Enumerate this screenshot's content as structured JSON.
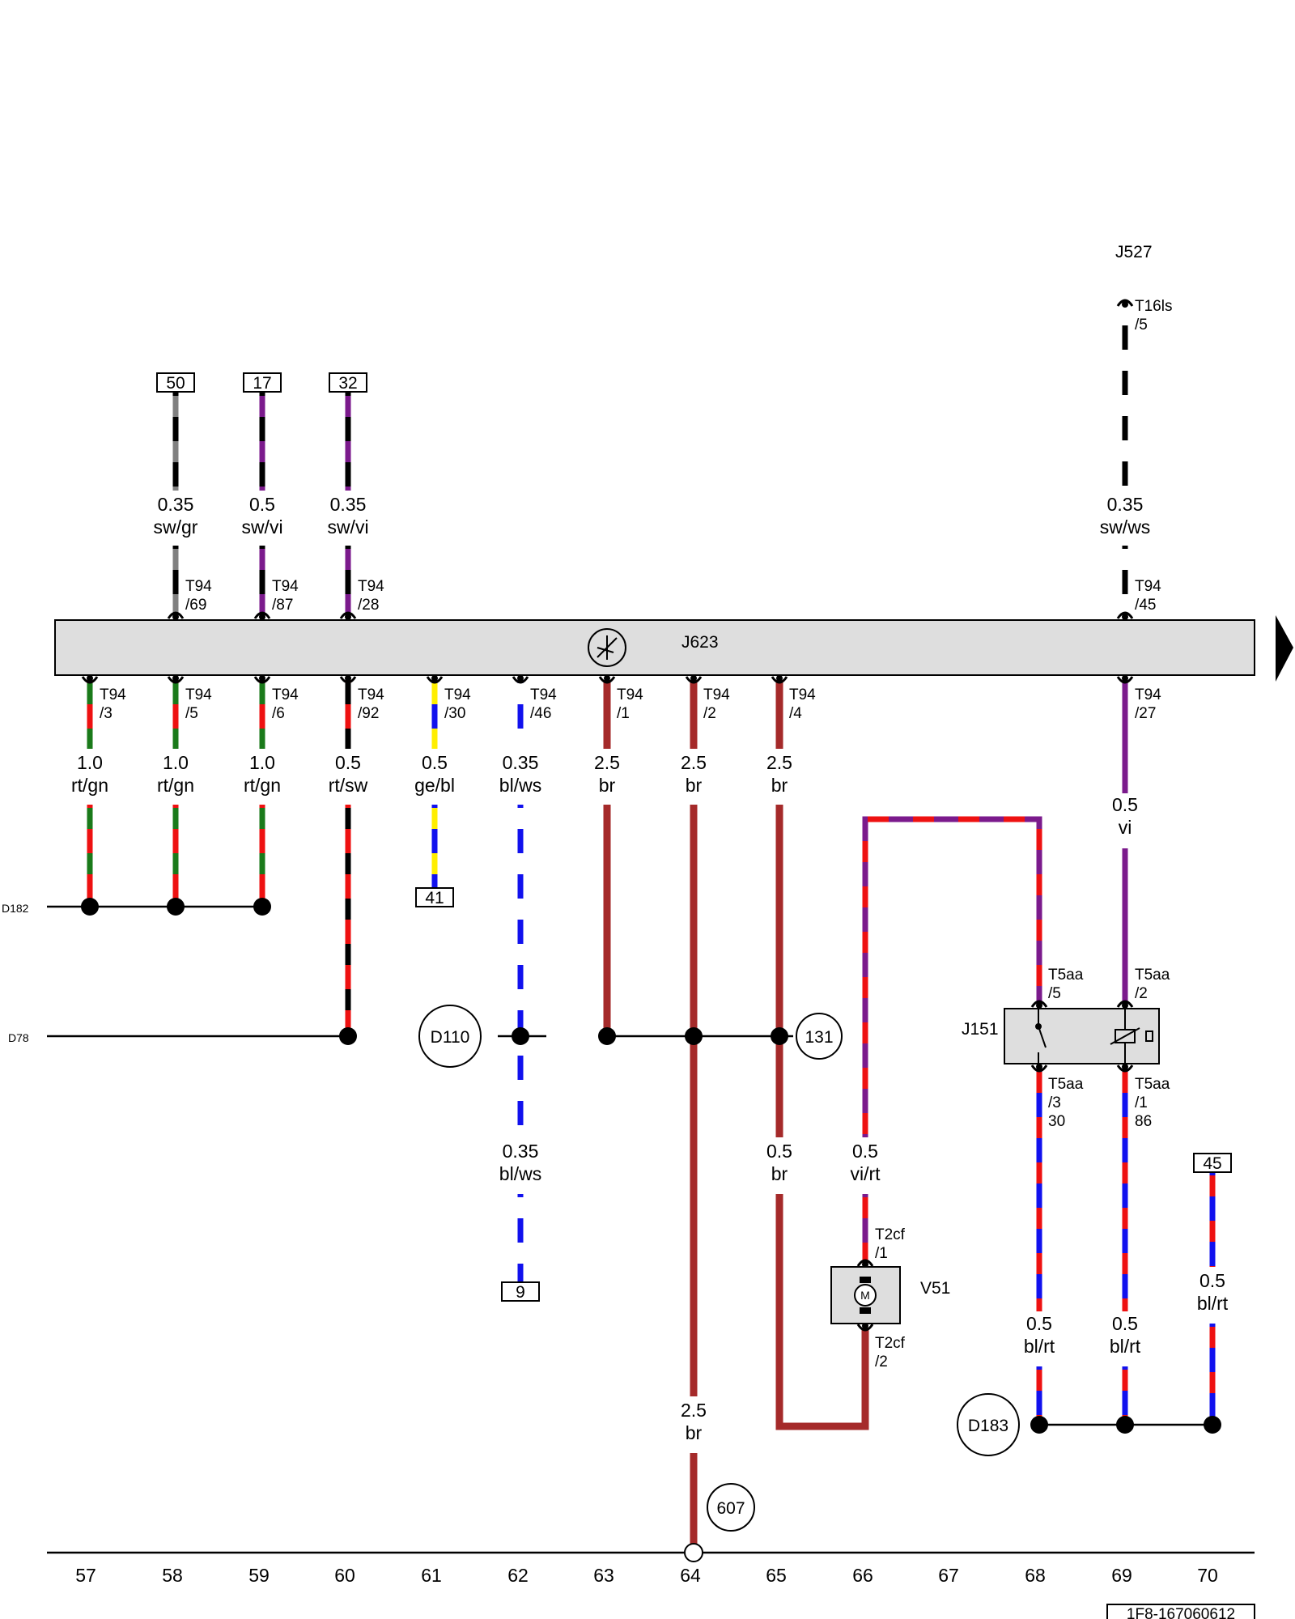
{
  "components": {
    "j623": "J623",
    "j527": "J527",
    "j151": "J151",
    "v51": "V51",
    "motor": "M"
  },
  "buses": {
    "d182": "D182",
    "d78": "D78"
  },
  "junctions": {
    "d110": "D110",
    "d183": "D183",
    "c131": "131",
    "c607": "607"
  },
  "ref_boxes": {
    "b50": "50",
    "b17": "17",
    "b32": "32",
    "b41": "41",
    "b9": "9",
    "b45": "45"
  },
  "wires": [
    {
      "size": "0.35",
      "color": "sw/gr"
    },
    {
      "size": "0.5",
      "color": "sw/vi"
    },
    {
      "size": "0.35",
      "color": "sw/vi"
    },
    {
      "size": "0.35",
      "color": "sw/ws"
    },
    {
      "size": "1.0",
      "color": "rt/gn"
    },
    {
      "size": "1.0",
      "color": "rt/gn"
    },
    {
      "size": "1.0",
      "color": "rt/gn"
    },
    {
      "size": "0.5",
      "color": "rt/sw"
    },
    {
      "size": "0.5",
      "color": "ge/bl"
    },
    {
      "size": "0.35",
      "color": "bl/ws"
    },
    {
      "size": "2.5",
      "color": "br"
    },
    {
      "size": "2.5",
      "color": "br"
    },
    {
      "size": "2.5",
      "color": "br"
    },
    {
      "size": "0.5",
      "color": "vi"
    },
    {
      "size": "0.35",
      "color": "bl/ws"
    },
    {
      "size": "0.5",
      "color": "br"
    },
    {
      "size": "0.5",
      "color": "vi/rt"
    },
    {
      "size": "0.5",
      "color": "bl/rt"
    },
    {
      "size": "0.5",
      "color": "bl/rt"
    },
    {
      "size": "0.5",
      "color": "bl/rt"
    },
    {
      "size": "2.5",
      "color": "br"
    }
  ],
  "pins": {
    "t94_69": [
      "T94",
      "/69"
    ],
    "t94_87": [
      "T94",
      "/87"
    ],
    "t94_28": [
      "T94",
      "/28"
    ],
    "t94_45": [
      "T94",
      "/45"
    ],
    "t16ls_5": [
      "T16ls",
      "/5"
    ],
    "t94_3": [
      "T94",
      "/3"
    ],
    "t94_5": [
      "T94",
      "/5"
    ],
    "t94_6": [
      "T94",
      "/6"
    ],
    "t94_92": [
      "T94",
      "/92"
    ],
    "t94_30": [
      "T94",
      "/30"
    ],
    "t94_46": [
      "T94",
      "/46"
    ],
    "t94_1": [
      "T94",
      "/1"
    ],
    "t94_2": [
      "T94",
      "/2"
    ],
    "t94_4": [
      "T94",
      "/4"
    ],
    "t94_27": [
      "T94",
      "/27"
    ],
    "t5aa_5": [
      "T5aa",
      "/5"
    ],
    "t5aa_2": [
      "T5aa",
      "/2"
    ],
    "t5aa_3": [
      "T5aa",
      "/3",
      "30"
    ],
    "t5aa_1": [
      "T5aa",
      "/1",
      "86"
    ],
    "t2cf_1": [
      "T2cf",
      "/1"
    ],
    "t2cf_2": [
      "T2cf",
      "/2"
    ]
  },
  "columns": [
    "57",
    "58",
    "59",
    "60",
    "61",
    "62",
    "63",
    "64",
    "65",
    "66",
    "67",
    "68",
    "69",
    "70"
  ],
  "drawing_number": "1F8-167060612",
  "colors": {
    "sw": "#000000",
    "gr": "#808080",
    "vi": "#7b1a8c",
    "ws": "#ffffff",
    "rt": "#ee1111",
    "gn": "#1a7a1a",
    "ge": "#ffee00",
    "bl": "#1111ee",
    "br": "#a52a2a",
    "module_fill": "#dedede"
  }
}
